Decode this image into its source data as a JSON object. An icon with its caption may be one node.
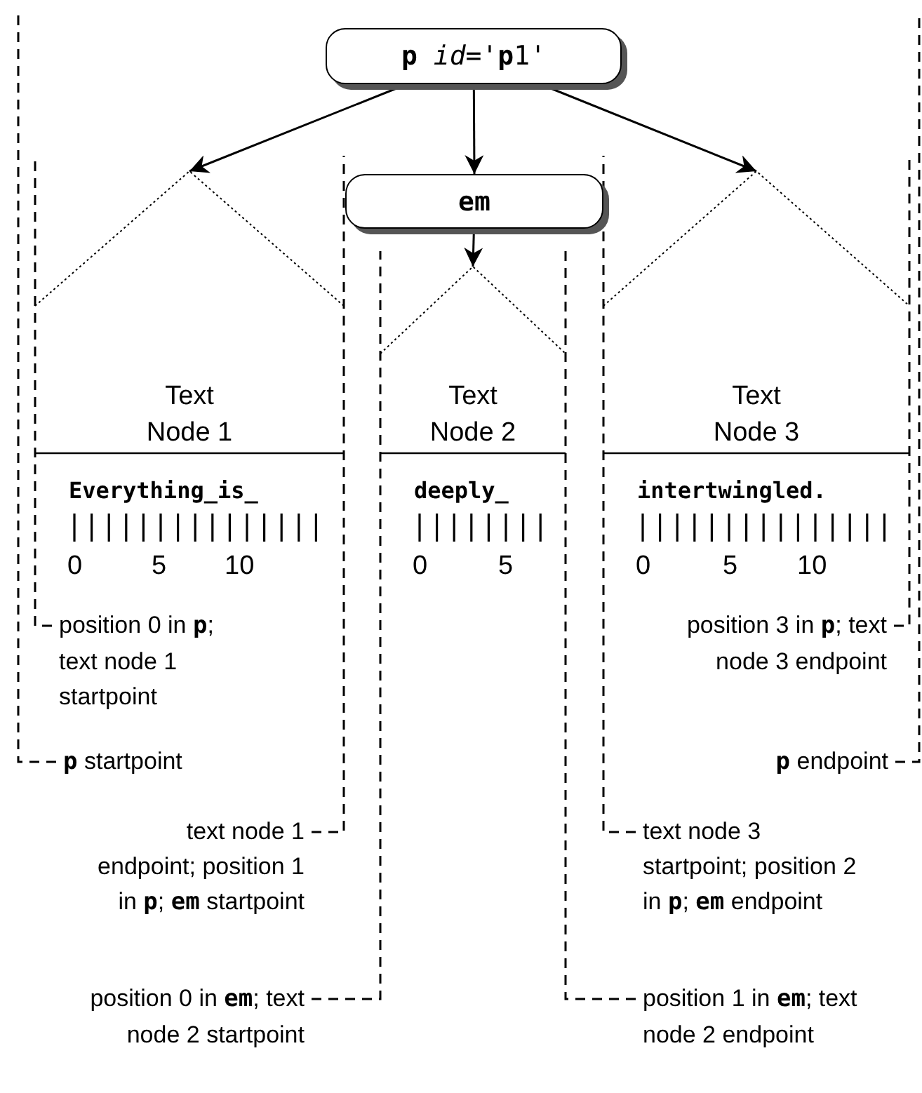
{
  "diagram": {
    "nodes": [
      {
        "text": [
          "**p** *id*='**p**1'"
        ]
      },
      {
        "text": [
          "em"
        ]
      },
      {
        "text": [
          "Text Node 1",
          "Everything_is_"
        ]
      },
      {
        "text": [
          "Text Node 2",
          "deeply_"
        ]
      },
      {
        "text": [
          "Text Node 3",
          "intertwingled."
        ]
      },
      {
        "text": [
          "position 0 in **p**; text node 1 startpoint"
        ]
      },
      {
        "text": [
          "**p** startpoint"
        ]
      },
      {
        "text": [
          "text node 1 endpoint; position 1 in **p**; **em** startpoint"
        ]
      },
      {
        "text": [
          "position 0 in **em**; text node 2 startpoint"
        ]
      },
      {
        "text": [
          "position 3 in **p**; text node 3 endpoint"
        ]
      },
      {
        "text": [
          "**p** endpoint"
        ]
      },
      {
        "text": [
          "text node 3 startpoint; position 2 in **p**; **em** endpoint"
        ]
      },
      {
        "text": [
          "position 1 in **em**; text node 2 endpoint"
        ]
      }
    ],
    "edges": [
      {
        "from": 0,
        "to": 2,
        "arrow": "to"
      },
      {
        "from": 0,
        "to": 1,
        "arrow": "to"
      },
      {
        "from": 0,
        "to": 4,
        "arrow": "to"
      },
      {
        "from": 1,
        "to": 3,
        "arrow": "to"
      },
      {
        "from": 5,
        "to": 2,
        "arrow": "none",
        "style": "dashed"
      },
      {
        "from": 6,
        "to": null,
        "arrow": "none",
        "style": "dashed"
      },
      {
        "from": 7,
        "to": 2,
        "arrow": "none",
        "style": "dashed"
      },
      {
        "from": 8,
        "to": 3,
        "arrow": "none",
        "style": "dashed"
      },
      {
        "from": 9,
        "to": 4,
        "arrow": "none",
        "style": "dashed"
      },
      {
        "from": 10,
        "to": null,
        "arrow": "none",
        "style": "dashed"
      },
      {
        "from": 11,
        "to": 4,
        "arrow": "none",
        "style": "dashed"
      },
      {
        "from": 12,
        "to": 3,
        "arrow": "none",
        "style": "dashed"
      }
    ],
    "labels": [
      "0",
      "5",
      "10",
      "0",
      "5",
      "0",
      "5",
      "10"
    ]
  }
}
